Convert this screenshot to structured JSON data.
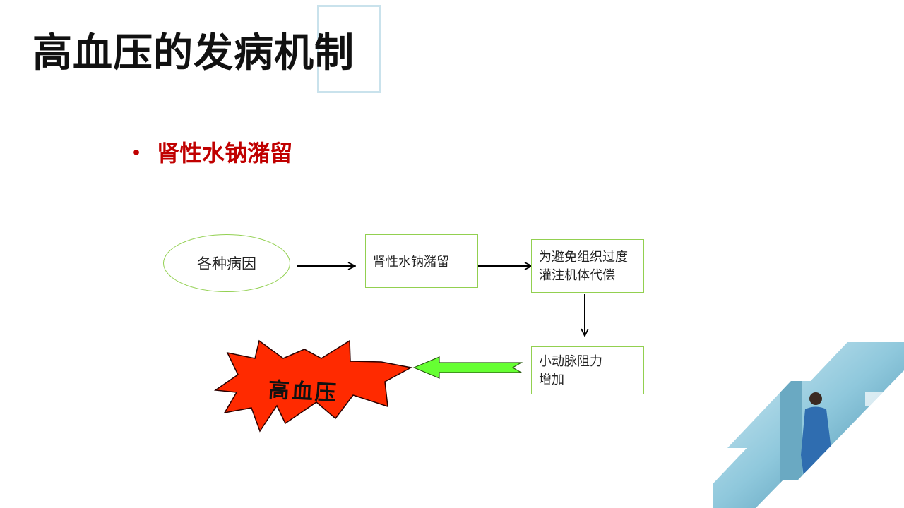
{
  "slide": {
    "title": "高血压的发病机制",
    "bullet": "肾性水钠潴留",
    "bullet_color": "#c00000"
  },
  "diagram": {
    "cause_label": "各种病因",
    "step1_label": "肾性水钠潴留",
    "step2_line1": "为避免组织过度",
    "step2_line2": "灌注机体代偿",
    "step3_line1": "小动脉阻力",
    "step3_line2": "增加",
    "outcome_label": "高血压",
    "node_border_color": "#92d050",
    "outcome_fill_color": "#ff2a00",
    "feedback_arrow_color": "#66ff33"
  },
  "decor": {
    "photo_icon": "nurse-hospital-corridor-image"
  }
}
